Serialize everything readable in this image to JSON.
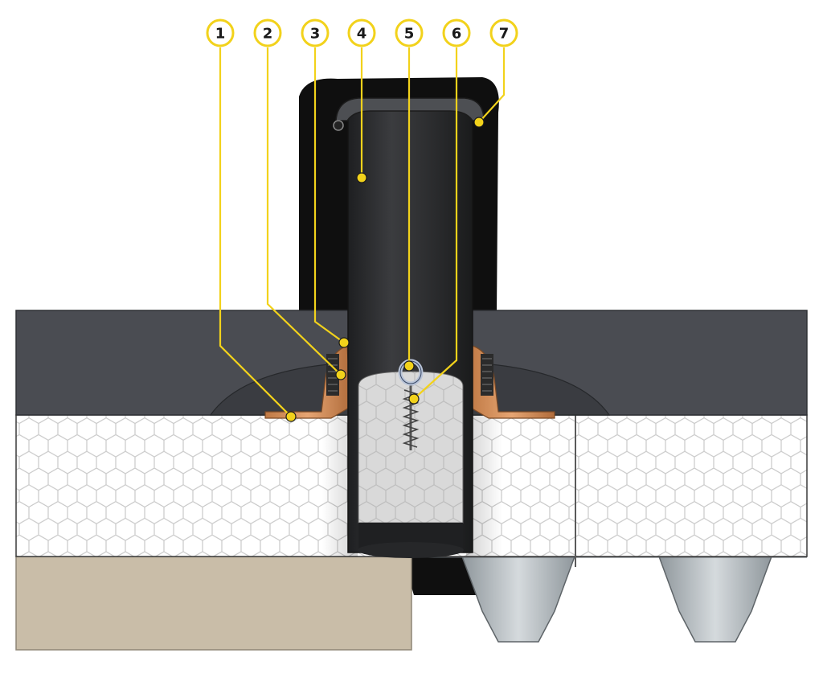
{
  "diagram": {
    "colors": {
      "membrane": "#4a4c52",
      "membrane_edge": "#2e3034",
      "pipe": "#2a2b2d",
      "pipe_highlight": "#3c3d40",
      "insulation_fill": "#ffffff",
      "insulation_line": "#c8c8c8",
      "plug_fill": "#d6d6d6",
      "flange": "#d9935d",
      "flange_dark": "#a9663a",
      "concrete": "#c9bda8",
      "deck": "#b8bec2",
      "callout": "#f2d21b",
      "silhouette": "#111111"
    },
    "callouts": [
      {
        "number": "1"
      },
      {
        "number": "2"
      },
      {
        "number": "3"
      },
      {
        "number": "4"
      },
      {
        "number": "5"
      },
      {
        "number": "6"
      },
      {
        "number": "7"
      }
    ]
  }
}
